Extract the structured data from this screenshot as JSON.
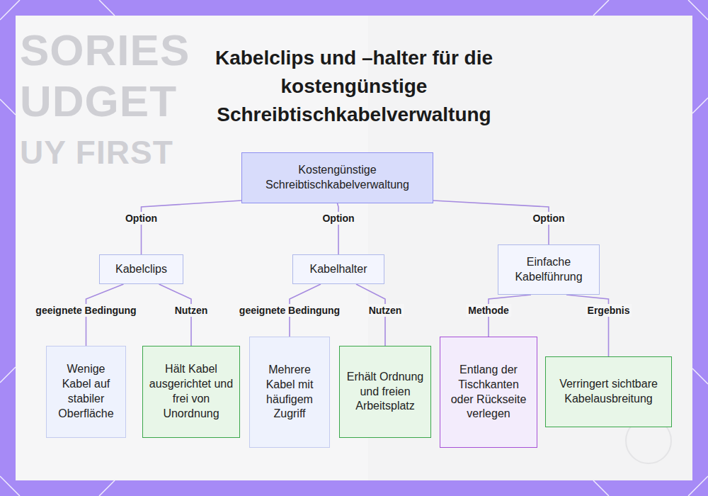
{
  "diagram": {
    "title": "Kabelclips und –halter für die kostengünstige Schreibtischkabelverwaltung",
    "nodes": [
      {
        "text": [
          "Kostengünstige Schreibtischkabelverwaltung"
        ]
      },
      {
        "text": [
          "Kabelclips"
        ]
      },
      {
        "text": [
          "Kabelhalter"
        ]
      },
      {
        "text": [
          "Einfache Kabelführung"
        ]
      },
      {
        "text": [
          "Wenige Kabel auf stabiler Oberfläche"
        ]
      },
      {
        "text": [
          "Hält Kabel ausgerichtet und frei von Unordnung"
        ]
      },
      {
        "text": [
          "Mehrere Kabel mit häufigem Zugriff"
        ]
      },
      {
        "text": [
          "Erhält Ordnung und freien Arbeitsplatz"
        ]
      },
      {
        "text": [
          "Entlang der Tischkanten oder Rückseite verlegen"
        ]
      },
      {
        "text": [
          "Verringert sichtbare Kabelausbreitung"
        ]
      }
    ],
    "edges": [
      {
        "from": 0,
        "to": 1,
        "arrow": "none",
        "label": "Option"
      },
      {
        "from": 0,
        "to": 2,
        "arrow": "none",
        "label": "Option"
      },
      {
        "from": 0,
        "to": 3,
        "arrow": "none",
        "label": "Option"
      },
      {
        "from": 1,
        "to": 4,
        "arrow": "none",
        "label": "geeignete Bedingung"
      },
      {
        "from": 1,
        "to": 5,
        "arrow": "none",
        "label": "Nutzen"
      },
      {
        "from": 2,
        "to": 6,
        "arrow": "none",
        "label": "geeignete Bedingung"
      },
      {
        "from": 2,
        "to": 7,
        "arrow": "none",
        "label": "Nutzen"
      },
      {
        "from": 3,
        "to": 8,
        "arrow": "none",
        "label": "Methode"
      },
      {
        "from": 3,
        "to": 9,
        "arrow": "none",
        "label": "Ergebnis"
      }
    ],
    "labels": [
      "SORIES",
      "UDGET",
      "UY FIRST"
    ]
  }
}
